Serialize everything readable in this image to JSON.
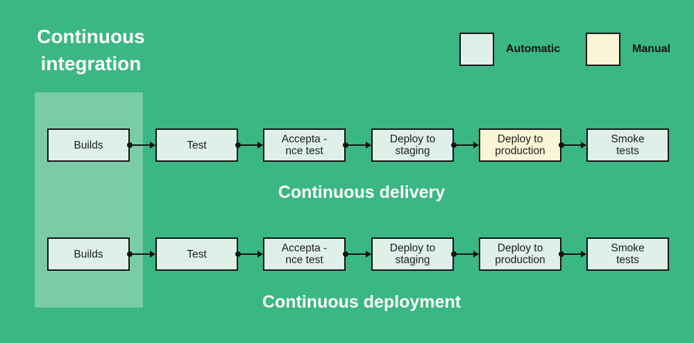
{
  "title": "Continuous\nintegration",
  "legend": {
    "automatic": {
      "label": "Automatic",
      "color": "#dff0e9"
    },
    "manual": {
      "label": "Manual",
      "color": "#fdf5d7"
    }
  },
  "colors": {
    "background": "#3bb783",
    "builds_column_band": "#7acca7",
    "automatic_box": "#dff0e9",
    "manual_box": "#fdf5d7",
    "outline": "#121212",
    "heading_text": "#ffffff"
  },
  "sections": {
    "delivery": {
      "label": "Continuous delivery"
    },
    "deployment": {
      "label": "Continuous deployment"
    }
  },
  "rows": [
    {
      "name": "continuous-delivery-pipeline",
      "boxes": [
        {
          "label": "Builds",
          "mode": "automatic"
        },
        {
          "label": "Test",
          "mode": "automatic"
        },
        {
          "label": "Accepta -\nnce test",
          "mode": "automatic"
        },
        {
          "label": "Deploy to\nstaging",
          "mode": "automatic"
        },
        {
          "label": "Deploy to\nproduction",
          "mode": "manual"
        },
        {
          "label": "Smoke\ntests",
          "mode": "automatic"
        }
      ]
    },
    {
      "name": "continuous-deployment-pipeline",
      "boxes": [
        {
          "label": "Builds",
          "mode": "automatic"
        },
        {
          "label": "Test",
          "mode": "automatic"
        },
        {
          "label": "Accepta -\nnce test",
          "mode": "automatic"
        },
        {
          "label": "Deploy to\nstaging",
          "mode": "automatic"
        },
        {
          "label": "Deploy to\nproduction",
          "mode": "automatic"
        },
        {
          "label": "Smoke\ntests",
          "mode": "automatic"
        }
      ]
    }
  ]
}
